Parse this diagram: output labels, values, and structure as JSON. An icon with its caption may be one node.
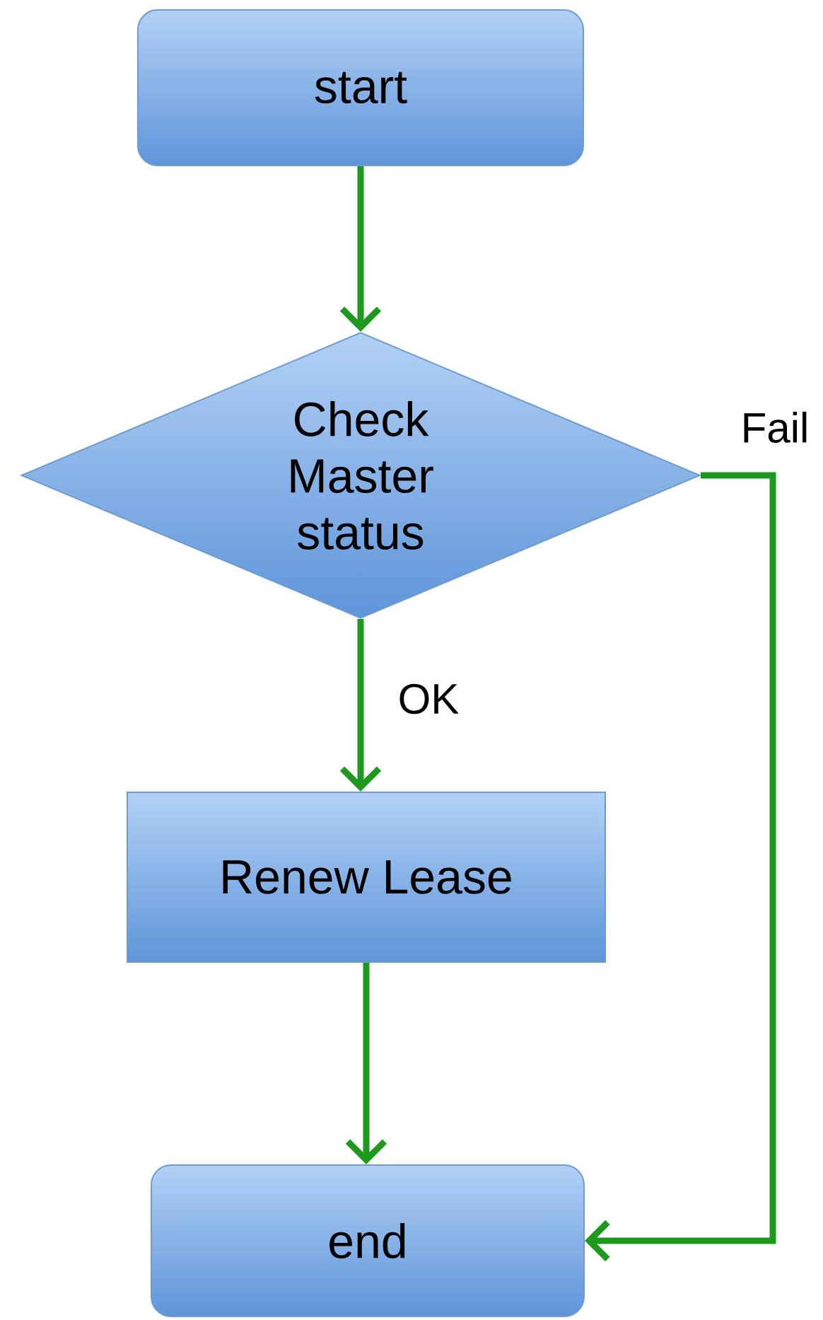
{
  "diagram": {
    "nodes": [
      {
        "text": [
          "start"
        ]
      },
      {
        "text": [
          "Check Master status"
        ]
      },
      {
        "text": [
          "Renew Lease"
        ]
      },
      {
        "text": [
          "end"
        ]
      }
    ],
    "edges": [
      {
        "from": 0,
        "to": 1,
        "arrow": "to"
      },
      {
        "from": 1,
        "to": 2,
        "arrow": "to",
        "label": "OK"
      },
      {
        "from": 2,
        "to": 3,
        "arrow": "to"
      },
      {
        "from": 1,
        "to": 3,
        "arrow": "to",
        "label": "Fail"
      }
    ]
  }
}
